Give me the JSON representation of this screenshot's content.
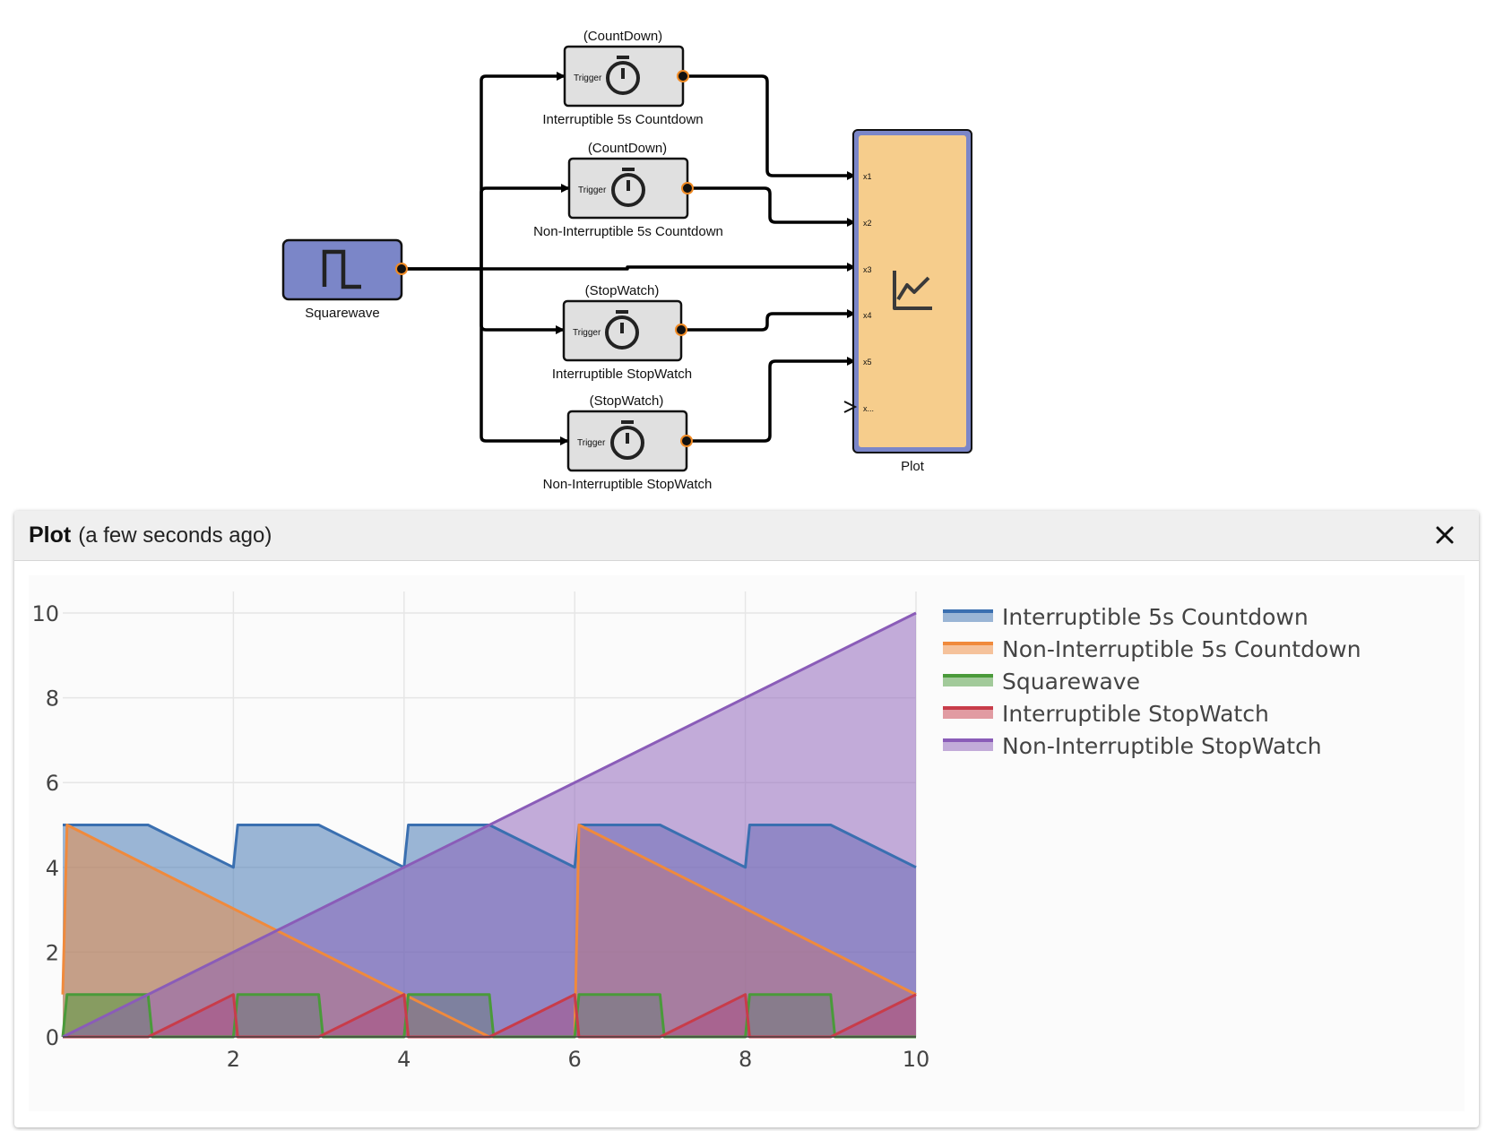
{
  "diagram": {
    "blocks": [
      {
        "id": "squarewave",
        "label": "Squarewave",
        "type_label": "",
        "icon": "squarewave-icon"
      },
      {
        "id": "int-countdown",
        "label": "Interruptible 5s Countdown",
        "type_label": "(CountDown)",
        "trigger_label": "Trigger",
        "icon": "stopwatch-icon"
      },
      {
        "id": "nonint-countdown",
        "label": "Non-Interruptible 5s Countdown",
        "type_label": "(CountDown)",
        "trigger_label": "Trigger",
        "icon": "stopwatch-icon"
      },
      {
        "id": "int-stopwatch",
        "label": "Interruptible StopWatch",
        "type_label": "(StopWatch)",
        "trigger_label": "Trigger",
        "icon": "stopwatch-icon"
      },
      {
        "id": "nonint-stopwatch",
        "label": "Non-Interruptible StopWatch",
        "type_label": "(StopWatch)",
        "trigger_label": "Trigger",
        "icon": "stopwatch-icon"
      },
      {
        "id": "plot",
        "label": "Plot",
        "type_label": "",
        "icon": "line-chart-icon",
        "ports": [
          "x1",
          "x2",
          "x3",
          "x4",
          "x5",
          "x..."
        ]
      }
    ],
    "colors": {
      "squarewave_fill": "#7b86c8",
      "timer_fill": "#e0e0e0",
      "plot_fill": "#f6cd8c",
      "plot_border": "#7b86c8",
      "port_dot": "#f08a24"
    }
  },
  "panel": {
    "title": "Plot",
    "subtitle": "(a few seconds ago)",
    "close_icon": "close-icon"
  },
  "chart_data": {
    "type": "area",
    "title": "",
    "xlabel": "",
    "ylabel": "",
    "xlim": [
      0,
      10
    ],
    "ylim": [
      0,
      10
    ],
    "x_ticks": [
      2,
      4,
      6,
      8,
      10
    ],
    "y_ticks": [
      0,
      2,
      4,
      6,
      8,
      10
    ],
    "grid": true,
    "legend_position": "right",
    "series": [
      {
        "name": "Interruptible 5s Countdown",
        "color": "#3a6fb0",
        "x": [
          0,
          0.05,
          1,
          2,
          2.05,
          3,
          4,
          4.05,
          5,
          6,
          6.05,
          7,
          8,
          8.05,
          9,
          10
        ],
        "y": [
          5,
          5,
          5,
          4,
          5,
          5,
          4,
          5,
          5,
          4,
          5,
          5,
          4,
          5,
          5,
          4
        ]
      },
      {
        "name": "Non-Interruptible 5s Countdown",
        "color": "#f08a3c",
        "x": [
          0,
          0.05,
          4,
          5,
          5.05,
          6,
          6.05,
          10
        ],
        "y": [
          1,
          5,
          1,
          0,
          0,
          0,
          5,
          1
        ]
      },
      {
        "name": "Squarewave",
        "color": "#4a9a3a",
        "x": [
          0,
          0.05,
          1,
          1.05,
          2,
          2.05,
          3,
          3.05,
          4,
          4.05,
          5,
          5.05,
          6,
          6.05,
          7,
          7.05,
          8,
          8.05,
          9,
          9.05,
          10
        ],
        "y": [
          0,
          1,
          1,
          0,
          0,
          1,
          1,
          0,
          0,
          1,
          1,
          0,
          0,
          1,
          1,
          0,
          0,
          1,
          1,
          0,
          0
        ]
      },
      {
        "name": "Interruptible StopWatch",
        "color": "#c83c4a",
        "x": [
          0,
          1,
          2,
          2.05,
          3,
          4,
          4.05,
          5,
          6,
          6.05,
          7,
          8,
          8.05,
          9,
          10
        ],
        "y": [
          0,
          0,
          1,
          0,
          0,
          1,
          0,
          0,
          1,
          0,
          0,
          1,
          0,
          0,
          1
        ]
      },
      {
        "name": "Non-Interruptible StopWatch",
        "color": "#8a5cb8",
        "x": [
          0,
          10
        ],
        "y": [
          0,
          10
        ]
      }
    ]
  }
}
